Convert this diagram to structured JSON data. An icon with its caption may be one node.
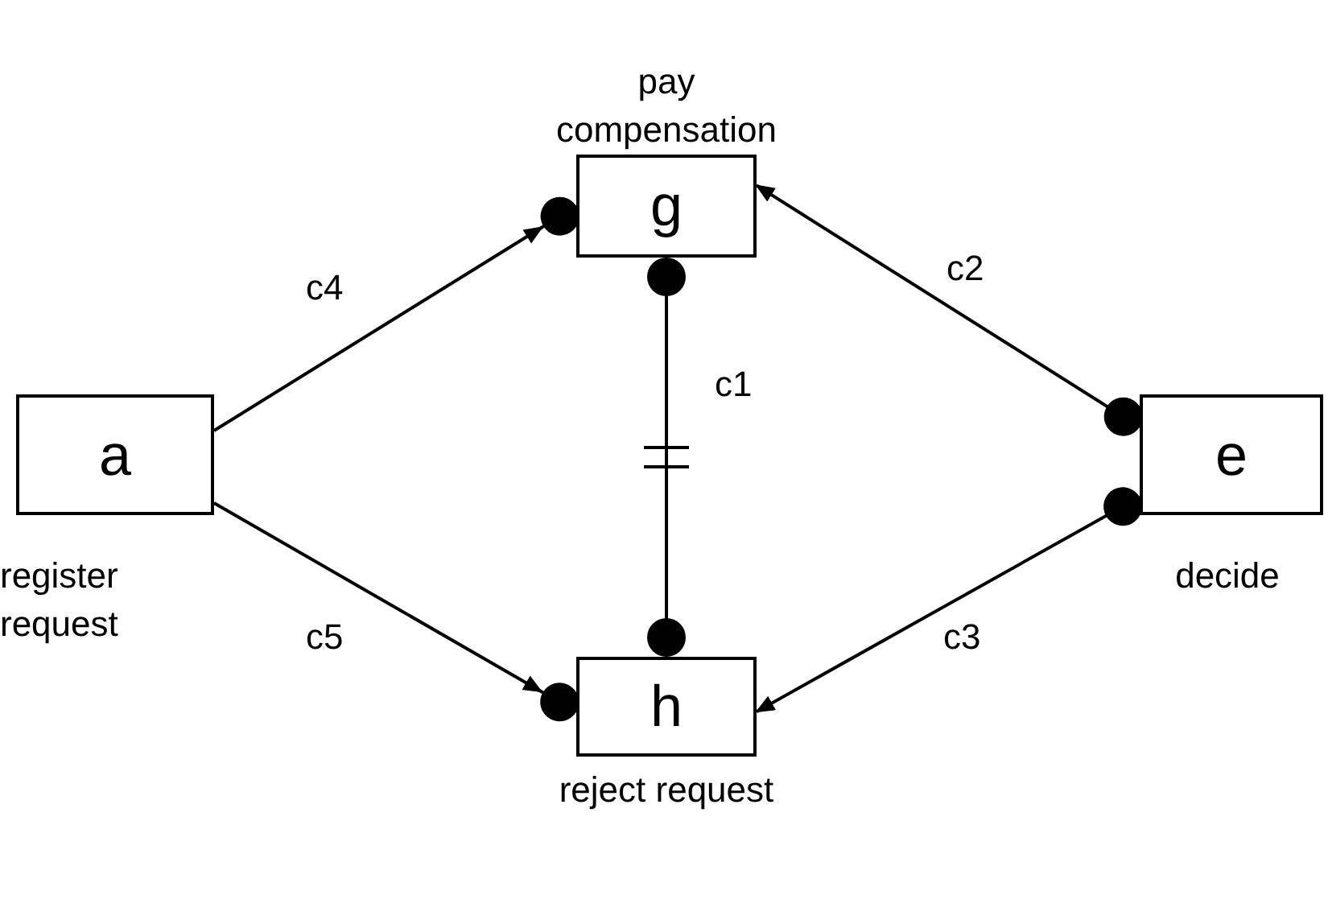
{
  "diagram": {
    "nodes": [
      {
        "text": [
          "a"
        ],
        "beside": [
          "register request"
        ]
      },
      {
        "text": [
          "g"
        ],
        "beside": [
          "pay compensation"
        ]
      },
      {
        "text": [
          "e"
        ],
        "beside": [
          "decide"
        ]
      },
      {
        "text": [
          "h"
        ],
        "beside": [
          "reject request"
        ]
      }
    ],
    "edges": [
      {
        "from": 0,
        "to": 1,
        "arrow": "to",
        "label": "c4"
      },
      {
        "from": 2,
        "to": 1,
        "arrow": "to",
        "label": "c2"
      },
      {
        "from": 1,
        "to": 3,
        "arrow": "other",
        "label": "c1"
      },
      {
        "from": 2,
        "to": 3,
        "arrow": "to",
        "label": "c3"
      },
      {
        "from": 0,
        "to": 3,
        "arrow": "to",
        "label": "c5"
      }
    ]
  }
}
